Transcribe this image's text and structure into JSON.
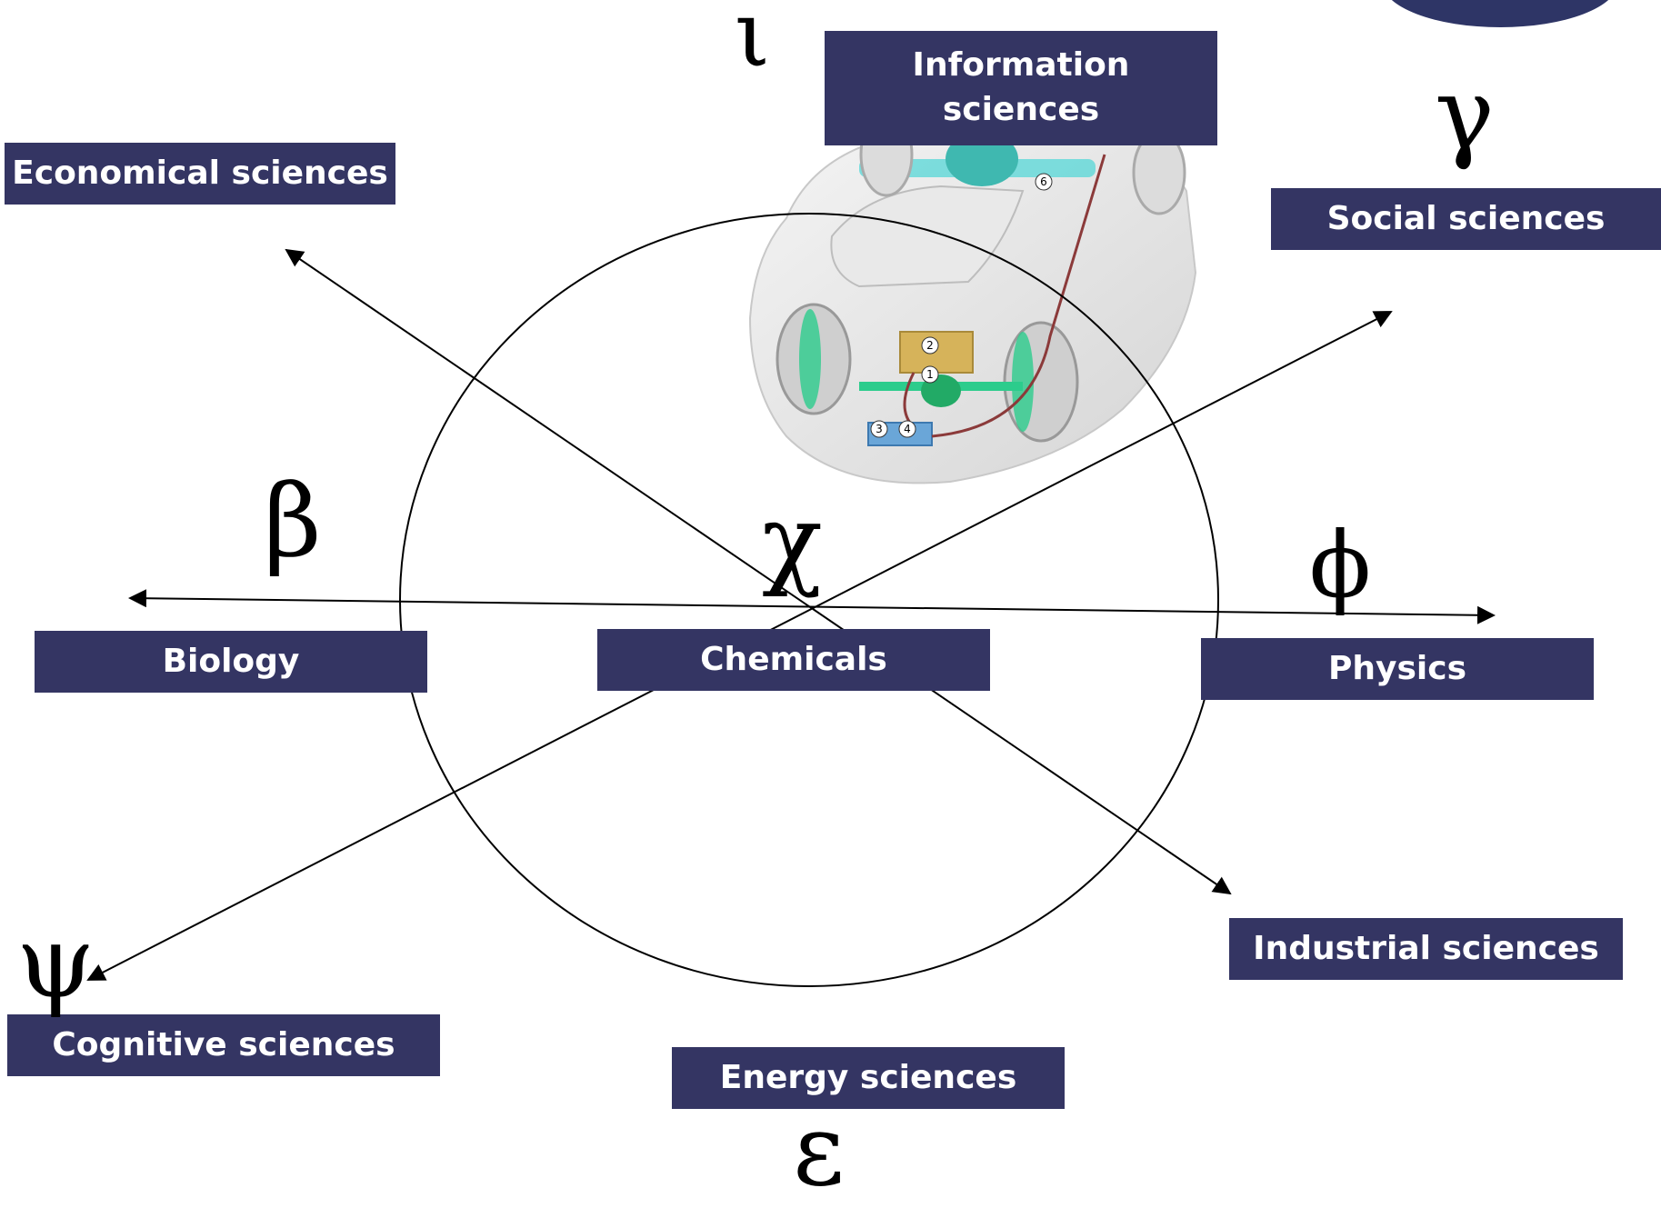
{
  "labels": {
    "information": "Information sciences",
    "economical": "Economical sciences",
    "social": "Social sciences",
    "biology": "Biology",
    "chemicals": "Chemicals",
    "physics": "Physics",
    "industrial": "Industrial sciences",
    "cognitive": "Cognitive sciences",
    "energy": "Energy sciences"
  },
  "symbols": {
    "iota": "ι",
    "gamma": "γ",
    "beta": "β",
    "chi": "χ",
    "phi": "ϕ",
    "psi": "ψ",
    "epsilon": "ε"
  },
  "car_callouts": [
    "1",
    "2",
    "3",
    "4",
    "6"
  ],
  "colors": {
    "label_box": "#343563",
    "label_text": "#ffffff",
    "lines": "#000000"
  }
}
